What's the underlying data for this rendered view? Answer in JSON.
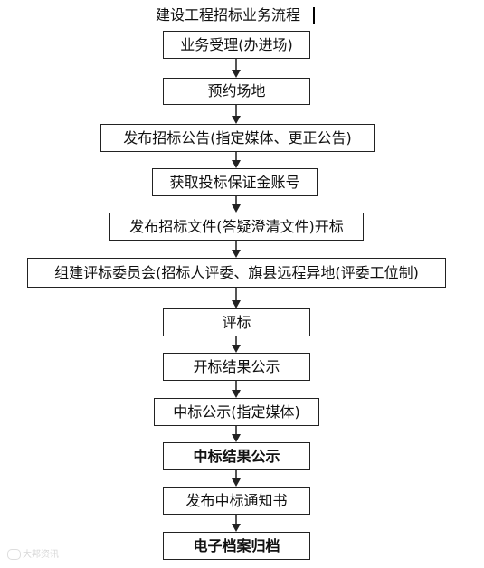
{
  "title": "建设工程招标业务流程",
  "steps": [
    "业务受理(办进场)",
    "预约场地",
    "发布招标公告(指定媒体、更正公告)",
    "获取投标保证金账号",
    "发布招标文件(答疑澄清文件)开标",
    "组建评标委员会(招标人评委、旗县远程异地(评委工位制)",
    "评标",
    "开标结果公示",
    "中标公示(指定媒体)",
    "中标结果公示",
    "发布中标通知书",
    "电子档案归档"
  ],
  "watermark": "大邦资讯"
}
